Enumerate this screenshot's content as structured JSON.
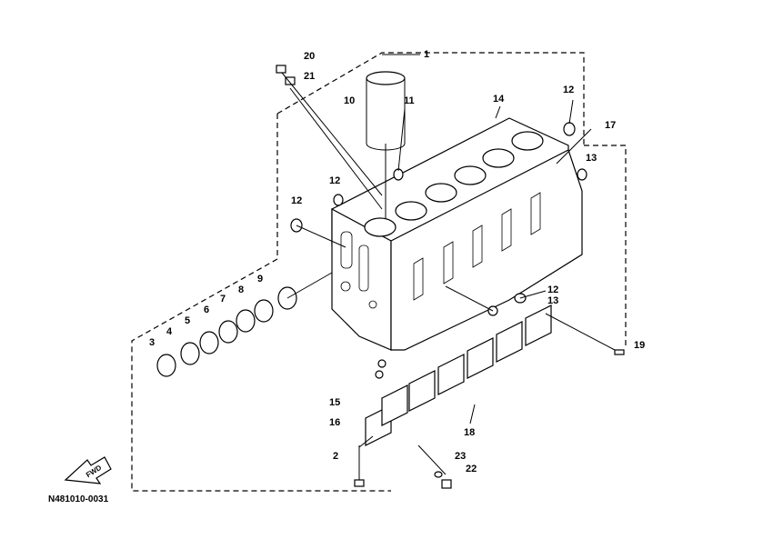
{
  "diagram": {
    "code": "N481010-0031",
    "fwd_label": "FWD",
    "callouts": [
      {
        "id": "1",
        "text": "1"
      },
      {
        "id": "2",
        "text": "2"
      },
      {
        "id": "3",
        "text": "3"
      },
      {
        "id": "4",
        "text": "4"
      },
      {
        "id": "5",
        "text": "5"
      },
      {
        "id": "6",
        "text": "6"
      },
      {
        "id": "7",
        "text": "7"
      },
      {
        "id": "8",
        "text": "8"
      },
      {
        "id": "9",
        "text": "9"
      },
      {
        "id": "10",
        "text": "10"
      },
      {
        "id": "11",
        "text": "11"
      },
      {
        "id": "12a",
        "text": "12"
      },
      {
        "id": "12b",
        "text": "12"
      },
      {
        "id": "12c",
        "text": "12"
      },
      {
        "id": "12d",
        "text": "12"
      },
      {
        "id": "13a",
        "text": "13"
      },
      {
        "id": "13b",
        "text": "13"
      },
      {
        "id": "14",
        "text": "14"
      },
      {
        "id": "15",
        "text": "15"
      },
      {
        "id": "16",
        "text": "16"
      },
      {
        "id": "17",
        "text": "17"
      },
      {
        "id": "18",
        "text": "18"
      },
      {
        "id": "19",
        "text": "19"
      },
      {
        "id": "20",
        "text": "20"
      },
      {
        "id": "21",
        "text": "21"
      },
      {
        "id": "22",
        "text": "22"
      },
      {
        "id": "23",
        "text": "23"
      }
    ]
  }
}
